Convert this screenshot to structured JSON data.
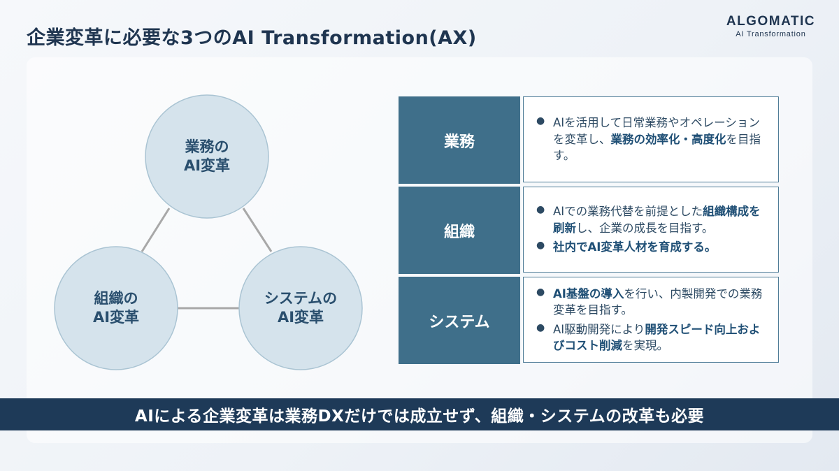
{
  "header": {
    "title": "企業変革に必要な3つのAI Transformation(AX)",
    "logo_main": "ALGOMATIC",
    "logo_sub": "AI Transformation"
  },
  "diagram": {
    "circles": [
      {
        "label": "業務の\nAI変革"
      },
      {
        "label": "組織の\nAI変革"
      },
      {
        "label": "システムの\nAI変革"
      }
    ]
  },
  "table": {
    "rows": [
      {
        "head": "業務",
        "bullets": [
          [
            {
              "t": "AIを活用して日常業務やオペレーションを変革し、",
              "b": false
            },
            {
              "t": "業務の効率化・高度化",
              "b": true
            },
            {
              "t": "を目指す。",
              "b": false
            }
          ]
        ]
      },
      {
        "head": "組織",
        "bullets": [
          [
            {
              "t": "AIでの業務代替を前提とした",
              "b": false
            },
            {
              "t": "組織構成を刷新",
              "b": true
            },
            {
              "t": "し、企業の成長を目指す。",
              "b": false
            }
          ],
          [
            {
              "t": "社内でAI変革人材を育成する。",
              "b": true
            }
          ]
        ]
      },
      {
        "head": "システム",
        "bullets": [
          [
            {
              "t": "AI基盤の導入",
              "b": true
            },
            {
              "t": "を行い、内製開発での業務変革を目指す。",
              "b": false
            }
          ],
          [
            {
              "t": "AI駆動開発により",
              "b": false
            },
            {
              "t": "開発スピード向上およびコスト削減",
              "b": true
            },
            {
              "t": "を実現。",
              "b": false
            }
          ]
        ]
      }
    ]
  },
  "banner": {
    "text": "AIによる企業変革は業務DXだけでは成立せず、組織・システムの改革も必要"
  },
  "colors": {
    "navy": "#1e3a58",
    "table_head": "#3f6f8a",
    "circle_fill": "#d5e3ec",
    "circle_stroke": "#aac4d3",
    "connector": "#a8a8a8"
  }
}
